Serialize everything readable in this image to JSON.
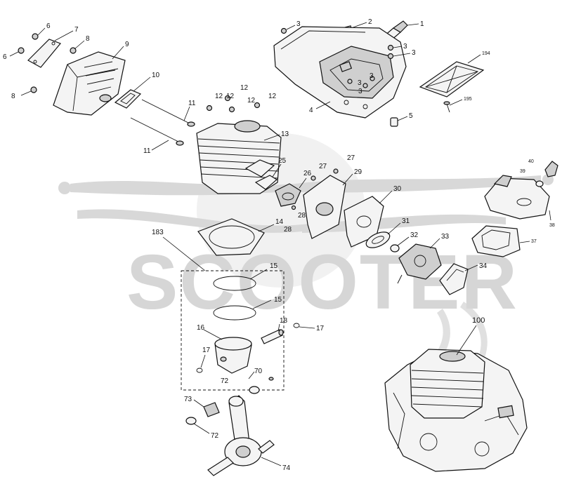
{
  "watermark": {
    "text": "SCOOTER"
  },
  "labels": {
    "l1": "1",
    "l2": "2",
    "l3a": "3",
    "l3b": "3",
    "l3c": "3",
    "l3d": "3",
    "l3e": "3",
    "l3f": "3",
    "l4": "4",
    "l5": "5",
    "l6a": "6",
    "l6b": "6",
    "l7": "7",
    "l8a": "8",
    "l8b": "8",
    "l9": "9",
    "l10": "10",
    "l11a": "11",
    "l11b": "11",
    "l12a": "12",
    "l12b": "12",
    "l12c": "12",
    "l12d": "12",
    "l12e": "12",
    "l13": "13",
    "l14": "14",
    "l15a": "15",
    "l15b": "15",
    "l16": "16",
    "l17a": "17",
    "l17b": "17",
    "l18": "18",
    "l25": "25",
    "l26": "26",
    "l27a": "27",
    "l27b": "27",
    "l28a": "28",
    "l28b": "28",
    "l29": "29",
    "l30": "30",
    "l31": "31",
    "l32": "32",
    "l33": "33",
    "l34": "34",
    "l37": "37",
    "l38": "38",
    "l39": "39",
    "l40": "40",
    "l70": "70",
    "l72a": "72",
    "l72b": "72",
    "l73": "73",
    "l74": "74",
    "l100": "100",
    "l183": "183",
    "l194": "194",
    "l195": "195"
  }
}
